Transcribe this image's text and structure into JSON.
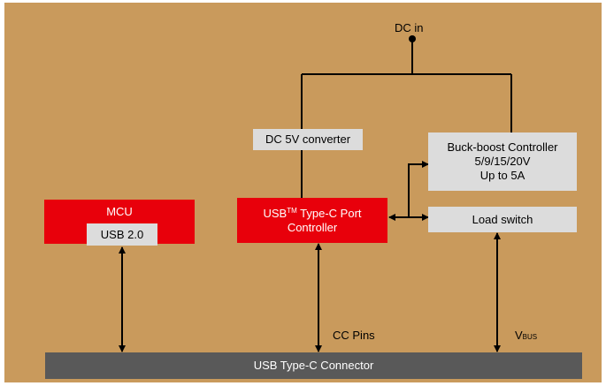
{
  "labels": {
    "dc_in": "DC in",
    "cc_pins": "CC Pins",
    "vbus_main": "V",
    "vbus_sub": "BUS"
  },
  "blocks": {
    "dc_converter": "DC 5V converter",
    "buck_boost": {
      "line1": "Buck-boost Controller",
      "line2": "5/9/15/20V",
      "line3": "Up to 5A"
    },
    "load_switch": "Load switch",
    "mcu": "MCU",
    "usb20": "USB 2.0",
    "port_controller": {
      "prefix": "USB",
      "tm": "TM",
      "suffix": " Type-C Port",
      "line2": "Controller"
    },
    "connector": "USB Type-C Connector"
  },
  "colors": {
    "background": "#c99a5c",
    "block_grey": "#dcdcdc",
    "block_red": "#e8000b",
    "connector": "#595959",
    "wire": "#000000"
  }
}
